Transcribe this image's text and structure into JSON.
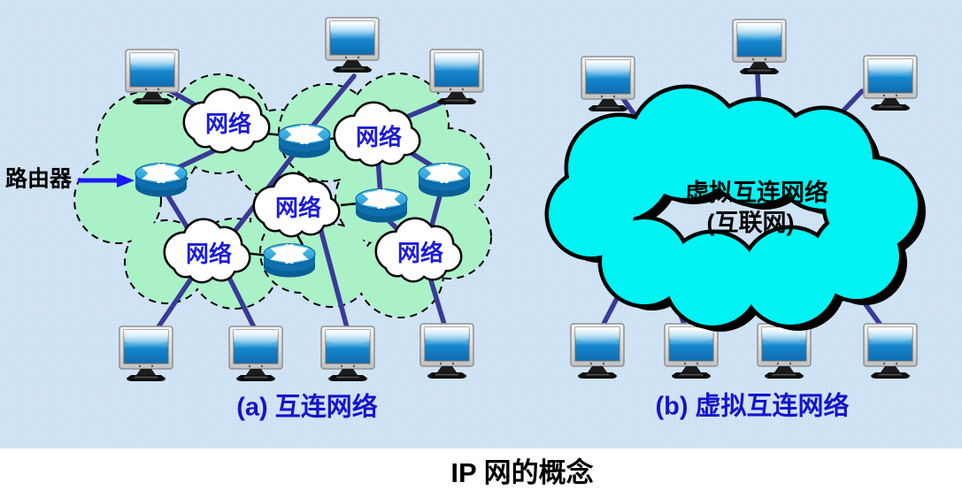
{
  "page": {
    "title": "IP 网的概念"
  },
  "left_panel": {
    "caption": "(a) 互连网络",
    "router_label": "路由器",
    "cloud_labels": [
      "网络",
      "网络",
      "网络",
      "网络",
      "网络"
    ]
  },
  "right_panel": {
    "caption": "(b) 虚拟互连网络",
    "cloud_label_line1": "虚拟互连网络",
    "cloud_label_line2": "(互联网)"
  },
  "colors": {
    "background_blue": "#cde1f4",
    "footer_white": "#ffffff",
    "green_subnet_fill": "#aaf1c8",
    "cyan_cloud_fill": "#00f2f2",
    "navy_link": "#3a3a96",
    "black_link": "#000000",
    "network_label_blue": "#1b1bd8",
    "caption_blue": "#1414cc",
    "arrow_blue": "#1a1aff",
    "title_black": "#000000",
    "router_top_blue": "#2fa8dd",
    "router_body_blue": "#0f6fae",
    "monitor_screen_blue": "#1586cd"
  }
}
